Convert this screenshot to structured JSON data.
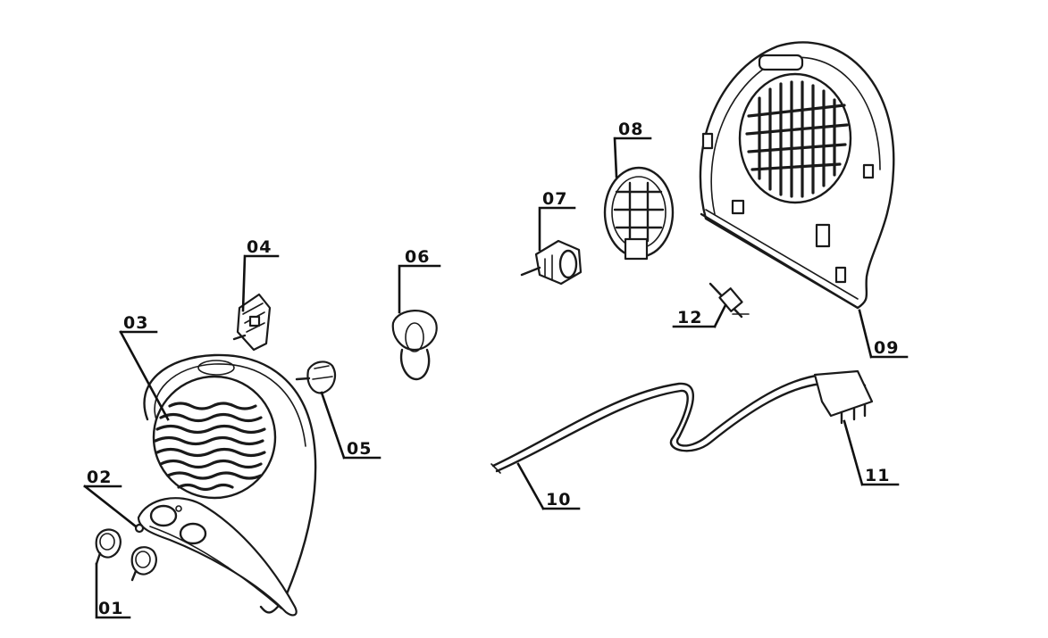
{
  "diagram": {
    "labels": {
      "p01": "01",
      "p02": "02",
      "p03": "03",
      "p04": "04",
      "p05": "05",
      "p06": "06",
      "p07": "07",
      "p08": "08",
      "p09": "09",
      "p10": "10",
      "p11": "11",
      "p12": "12"
    }
  }
}
